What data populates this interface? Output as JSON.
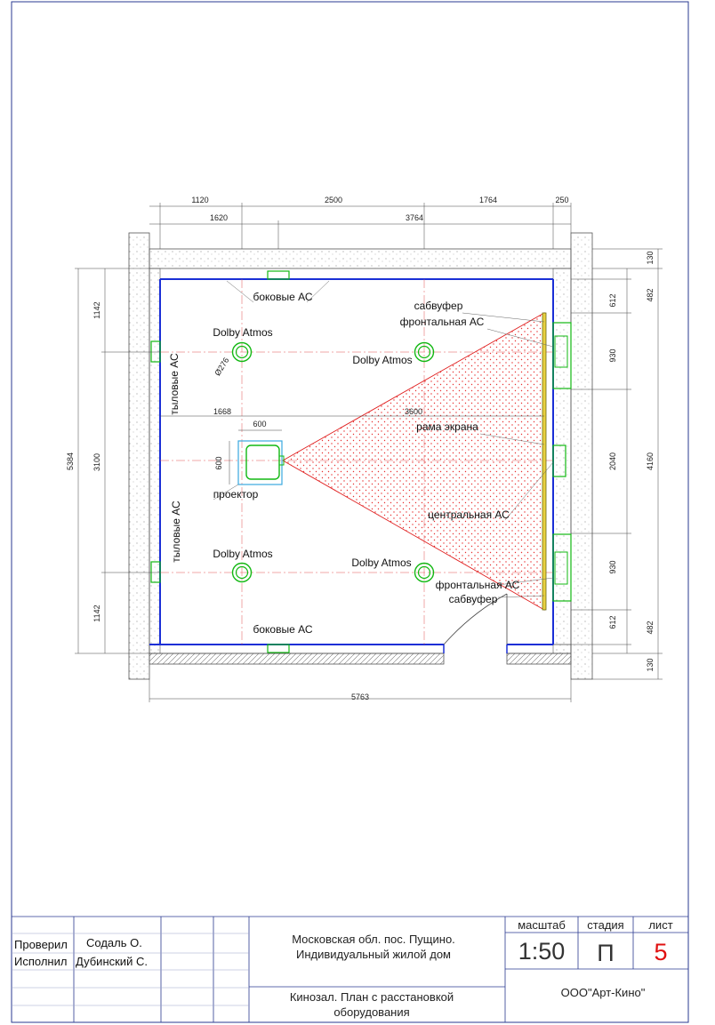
{
  "plan": {
    "dims_top": [
      "1120",
      "2500",
      "1764",
      "250",
      "1620",
      "3764"
    ],
    "dims_left": [
      "5384",
      "1142",
      "3100",
      "1142"
    ],
    "dims_right_inner": [
      "612",
      "930",
      "2040",
      "930",
      "612"
    ],
    "dims_right_outer": [
      "130",
      "482",
      "4160",
      "482",
      "130"
    ],
    "dim_bottom": "5763",
    "dim_inner": [
      "1668",
      "3600",
      "600",
      "600"
    ],
    "dim_diameter": "Ø276",
    "labels": {
      "side_top": "боковые АС",
      "side_bottom": "боковые АС",
      "rear_top": "тыловые АС",
      "rear_bottom": "тыловые АС",
      "atmos_tl": "Dolby Atmos",
      "atmos_tr": "Dolby Atmos",
      "atmos_bl": "Dolby Atmos",
      "atmos_br": "Dolby Atmos",
      "sub_top": "сабвуфер",
      "front_top": "фронтальная АС",
      "screen_frame": "рама экрана",
      "projector": "проектор",
      "center": "центральная АС",
      "front_bottom": "фронтальная АС",
      "sub_bottom": "сабвуфер"
    }
  },
  "title_block": {
    "checked_label": "Проверил",
    "checked_name": "Содаль О.",
    "made_label": "Исполнил",
    "made_name": "Дубинский С.",
    "address_1": "Московская обл. пос. Пущино.",
    "address_2": "Индивидуальный жилой дом",
    "sheet_title_1": "Кинозал. План с расстановкой",
    "sheet_title_2": "оборудования",
    "scale_label": "масштаб",
    "stage_label": "стадия",
    "sheet_label": "лист",
    "scale_value": "1:50",
    "stage_value": "П",
    "sheet_value": "5",
    "company": "ООО\"Арт-Кино\""
  },
  "colors": {
    "wall_blue": "#1a2fd6",
    "device_green": "#12b812",
    "red_cone": "#e02020",
    "screen_yellow": "#b8a01a",
    "projector_cyan": "#3aa8e0"
  }
}
